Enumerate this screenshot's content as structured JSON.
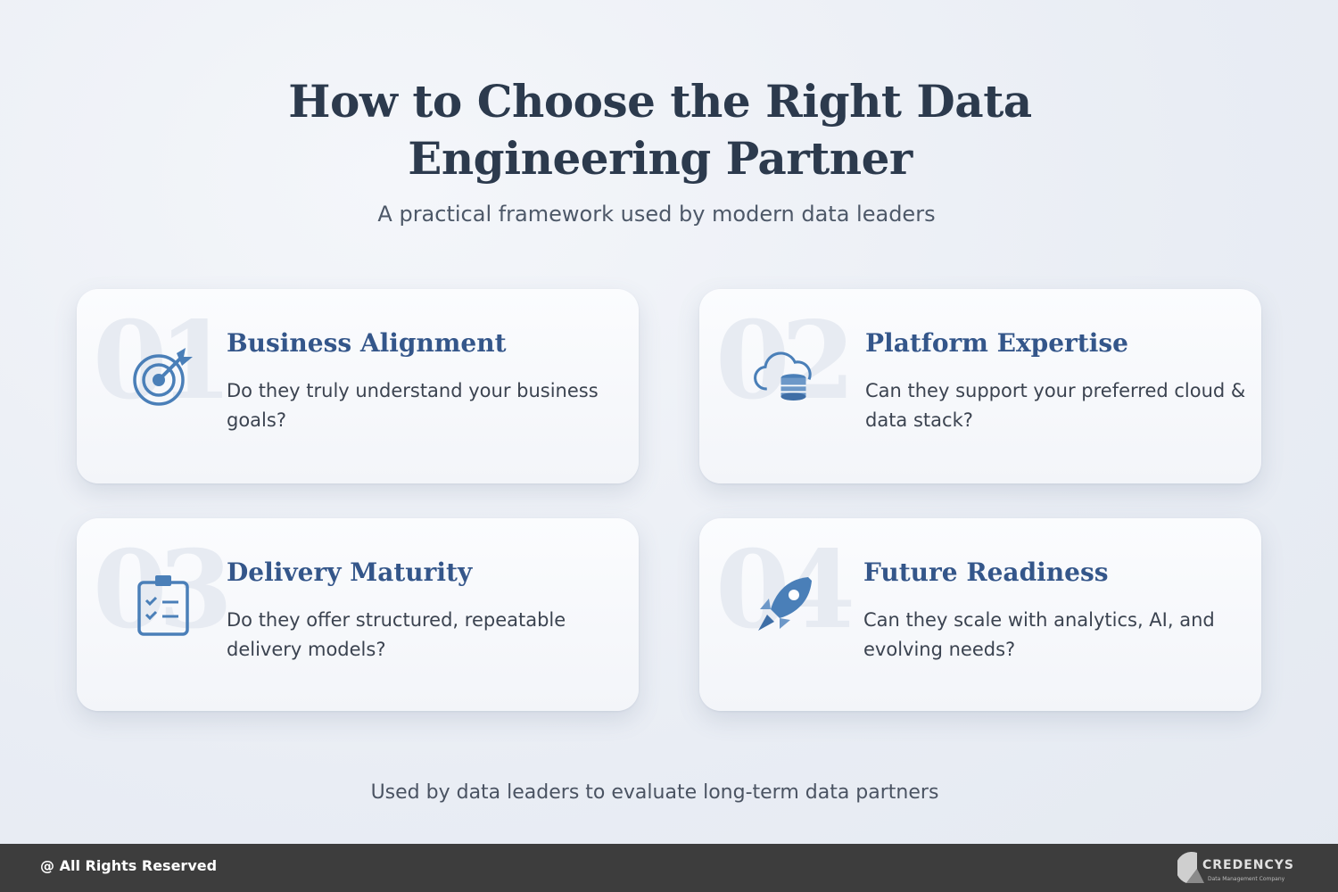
{
  "header": {
    "title_line1": "How to Choose the Right Data",
    "title_line2": "Engineering Partner",
    "subtitle": "A practical framework used by modern data leaders"
  },
  "cards": [
    {
      "number": "01",
      "title": "Business Alignment",
      "description": "Do they truly understand your business goals?",
      "icon": "target-icon"
    },
    {
      "number": "02",
      "title": "Platform Expertise",
      "description": "Can they support your preferred cloud & data stack?",
      "icon": "cloud-database-icon"
    },
    {
      "number": "03",
      "title": "Delivery Maturity",
      "description": "Do they offer structured, repeatable delivery models?",
      "icon": "clipboard-checklist-icon"
    },
    {
      "number": "04",
      "title": "Future Readiness",
      "description": "Can they scale with analytics, AI, and evolving needs?",
      "icon": "rocket-icon"
    }
  ],
  "tagline": "Used by data leaders to evaluate long-term data partners",
  "footer": {
    "rights": "@ All Rights Reserved",
    "logo_name": "CREDENCYS",
    "logo_tagline": "Data Management Company"
  },
  "colors": {
    "accent": "#34568a",
    "icon": "#4a7fb8",
    "footer_bar": "#3d3d3d"
  }
}
